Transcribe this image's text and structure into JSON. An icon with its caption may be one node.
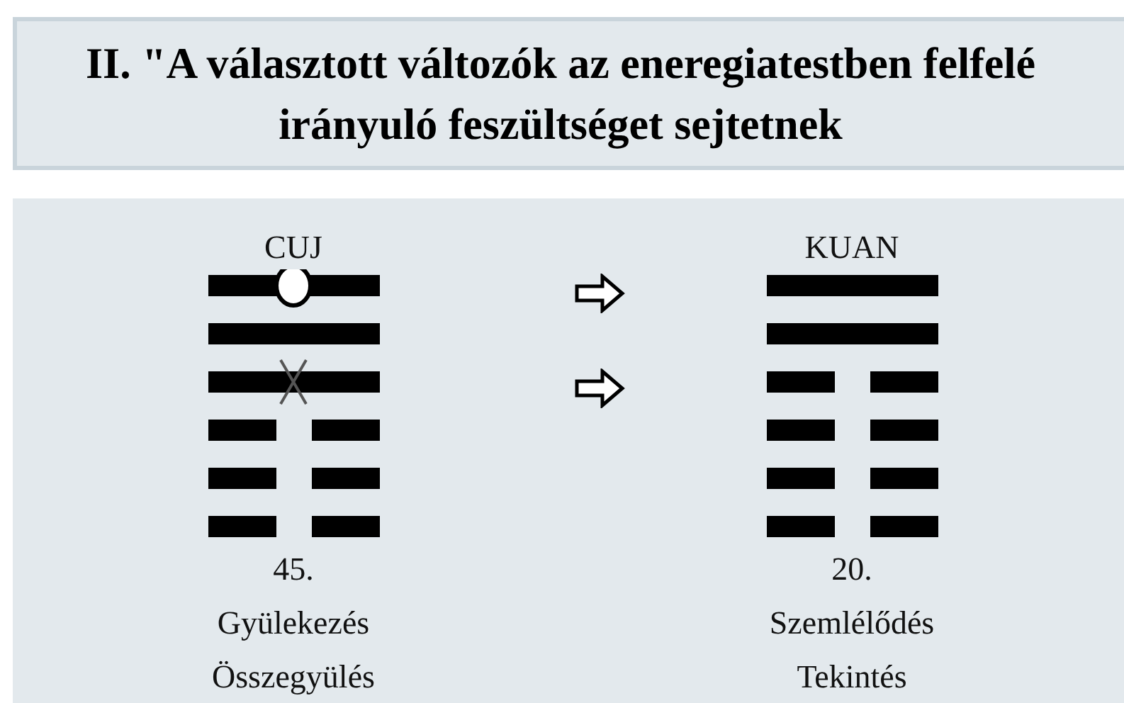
{
  "diagram": {
    "title": "II. \"A választott változók az eneregiatestben felfelé irányuló feszültséget sejtetnek",
    "labels": [
      "CUJ",
      "KUAN",
      "45.",
      "20.",
      "Gyülekezés Összegyülés",
      "Szemlélődés Tekintés"
    ]
  }
}
